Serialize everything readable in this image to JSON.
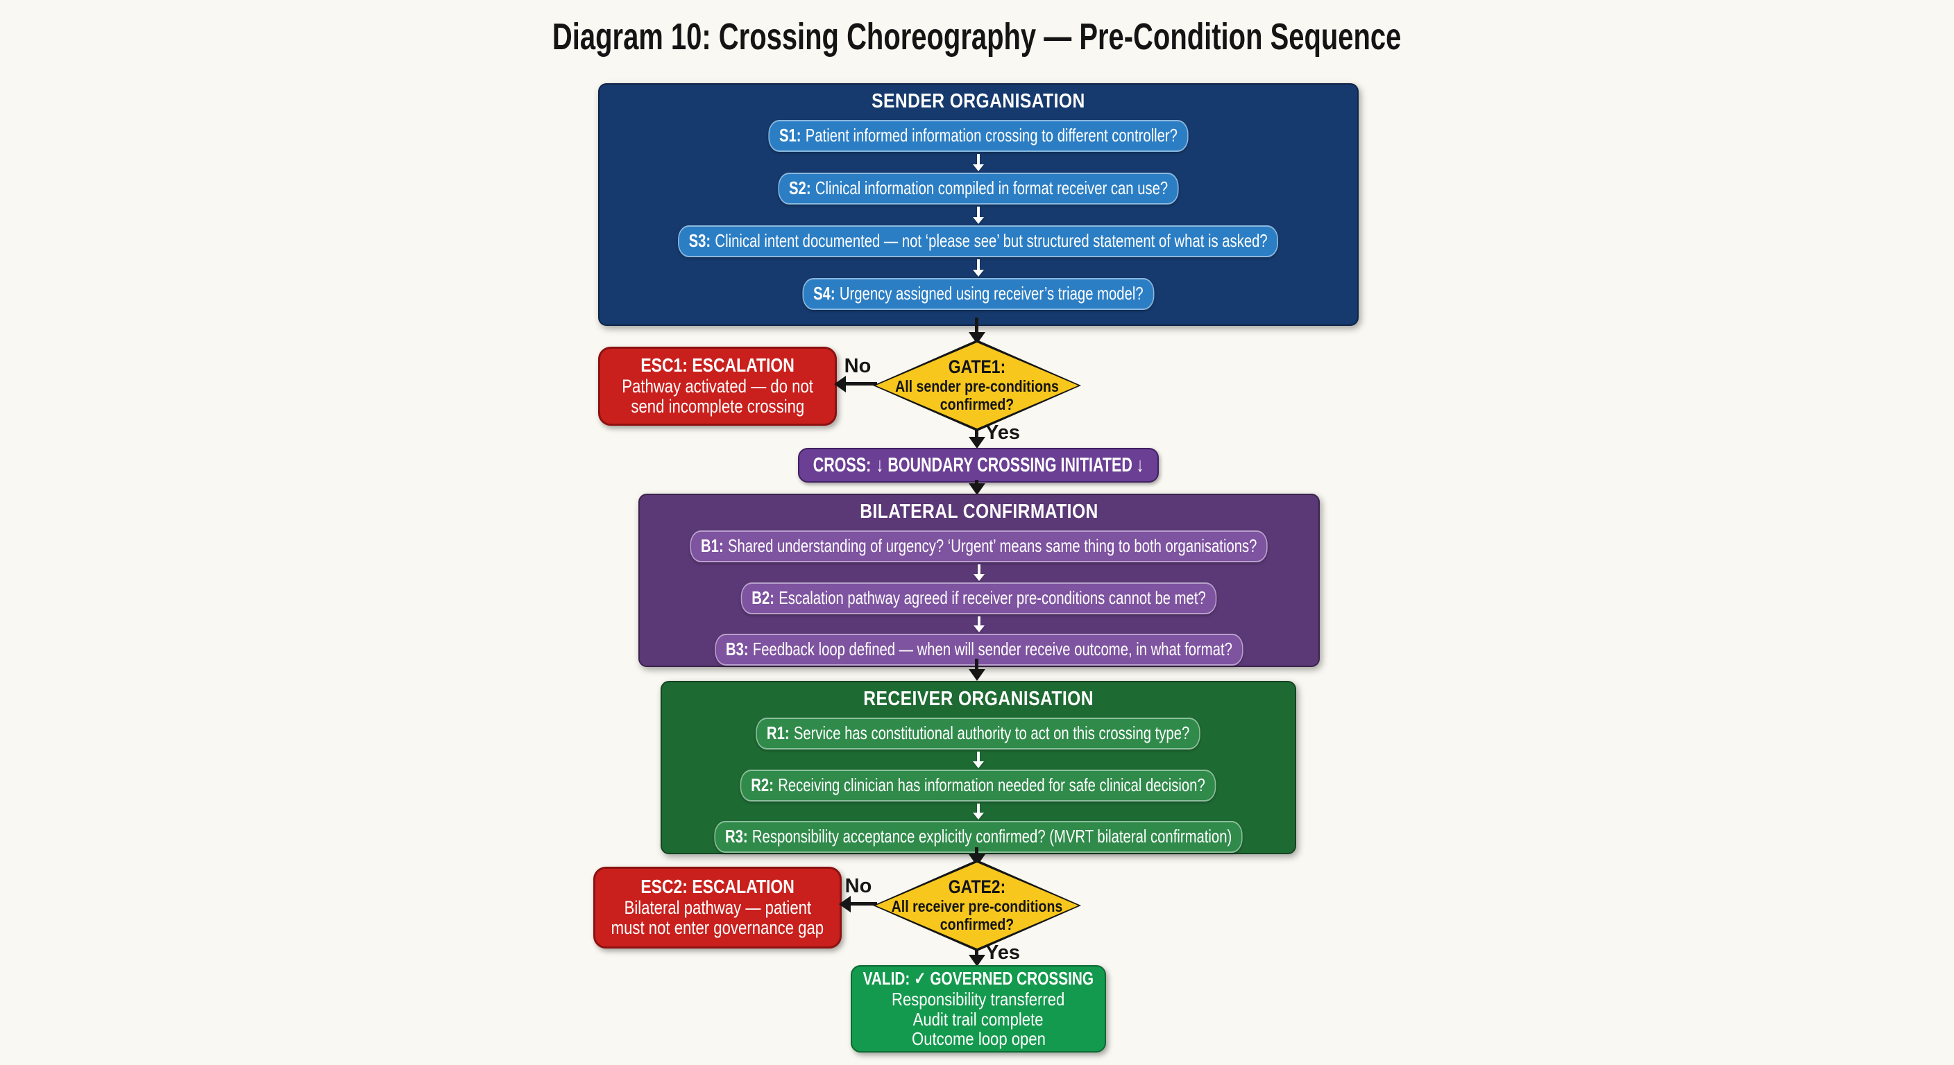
{
  "title": "Diagram 10: Crossing Choreography — Pre-Condition Sequence",
  "sender": {
    "header": "SENDER ORGANISATION",
    "items": [
      {
        "label": "S1:",
        "text": "Patient informed information crossing to different controller?"
      },
      {
        "label": "S2:",
        "text": "Clinical information compiled in format receiver can use?"
      },
      {
        "label": "S3:",
        "text": "Clinical intent documented — not ‘please see’ but structured statement of what is asked?"
      },
      {
        "label": "S4:",
        "text": "Urgency assigned using receiver’s triage model?"
      }
    ]
  },
  "gate1": {
    "name": "GATE1:",
    "line1": "All sender pre-conditions",
    "line2": "confirmed?",
    "no_label": "No",
    "yes_label": "Yes"
  },
  "esc1": {
    "title": "ESC1: ESCALATION",
    "line1": "Pathway activated — do not",
    "line2": "send incomplete crossing"
  },
  "cross": {
    "label": "CROSS:",
    "text": "↓ BOUNDARY CROSSING INITIATED ↓"
  },
  "bilateral": {
    "header": "BILATERAL CONFIRMATION",
    "items": [
      {
        "label": "B1:",
        "text": "Shared understanding of urgency? ‘Urgent’ means same thing to both organisations?"
      },
      {
        "label": "B2:",
        "text": "Escalation pathway agreed if receiver pre-conditions cannot be met?"
      },
      {
        "label": "B3:",
        "text": "Feedback loop defined — when will sender receive outcome, in what format?"
      }
    ]
  },
  "receiver": {
    "header": "RECEIVER ORGANISATION",
    "items": [
      {
        "label": "R1:",
        "text": "Service has constitutional authority to act on this crossing type?"
      },
      {
        "label": "R2:",
        "text": "Receiving clinician has information needed for safe clinical decision?"
      },
      {
        "label": "R3:",
        "text": "Responsibility acceptance explicitly confirmed? (MVRT bilateral confirmation)"
      }
    ]
  },
  "gate2": {
    "name": "GATE2:",
    "line1": "All receiver pre-conditions",
    "line2": "confirmed?",
    "no_label": "No",
    "yes_label": "Yes"
  },
  "esc2": {
    "title": "ESC2: ESCALATION",
    "line1": "Bilateral pathway — patient",
    "line2": "must not enter governance gap"
  },
  "valid": {
    "title": "VALID: ✓ GOVERNED CROSSING",
    "lines": [
      "Responsibility transferred",
      "Audit trail complete",
      "Outcome loop open"
    ]
  },
  "colors": {
    "background": "#faf8f2",
    "sender_bg": "#163a6d",
    "sender_pill": "#2c7ec4",
    "bilateral_bg": "#5b3876",
    "bilateral_pill": "#7e53a0",
    "receiver_bg": "#1e6a33",
    "receiver_pill": "#308b4b",
    "gate_fill": "#f7c71d",
    "escalation_bg": "#c9201d",
    "cross_bg": "#6a3f94",
    "valid_bg": "#149a4e",
    "arrow": "#161616"
  }
}
